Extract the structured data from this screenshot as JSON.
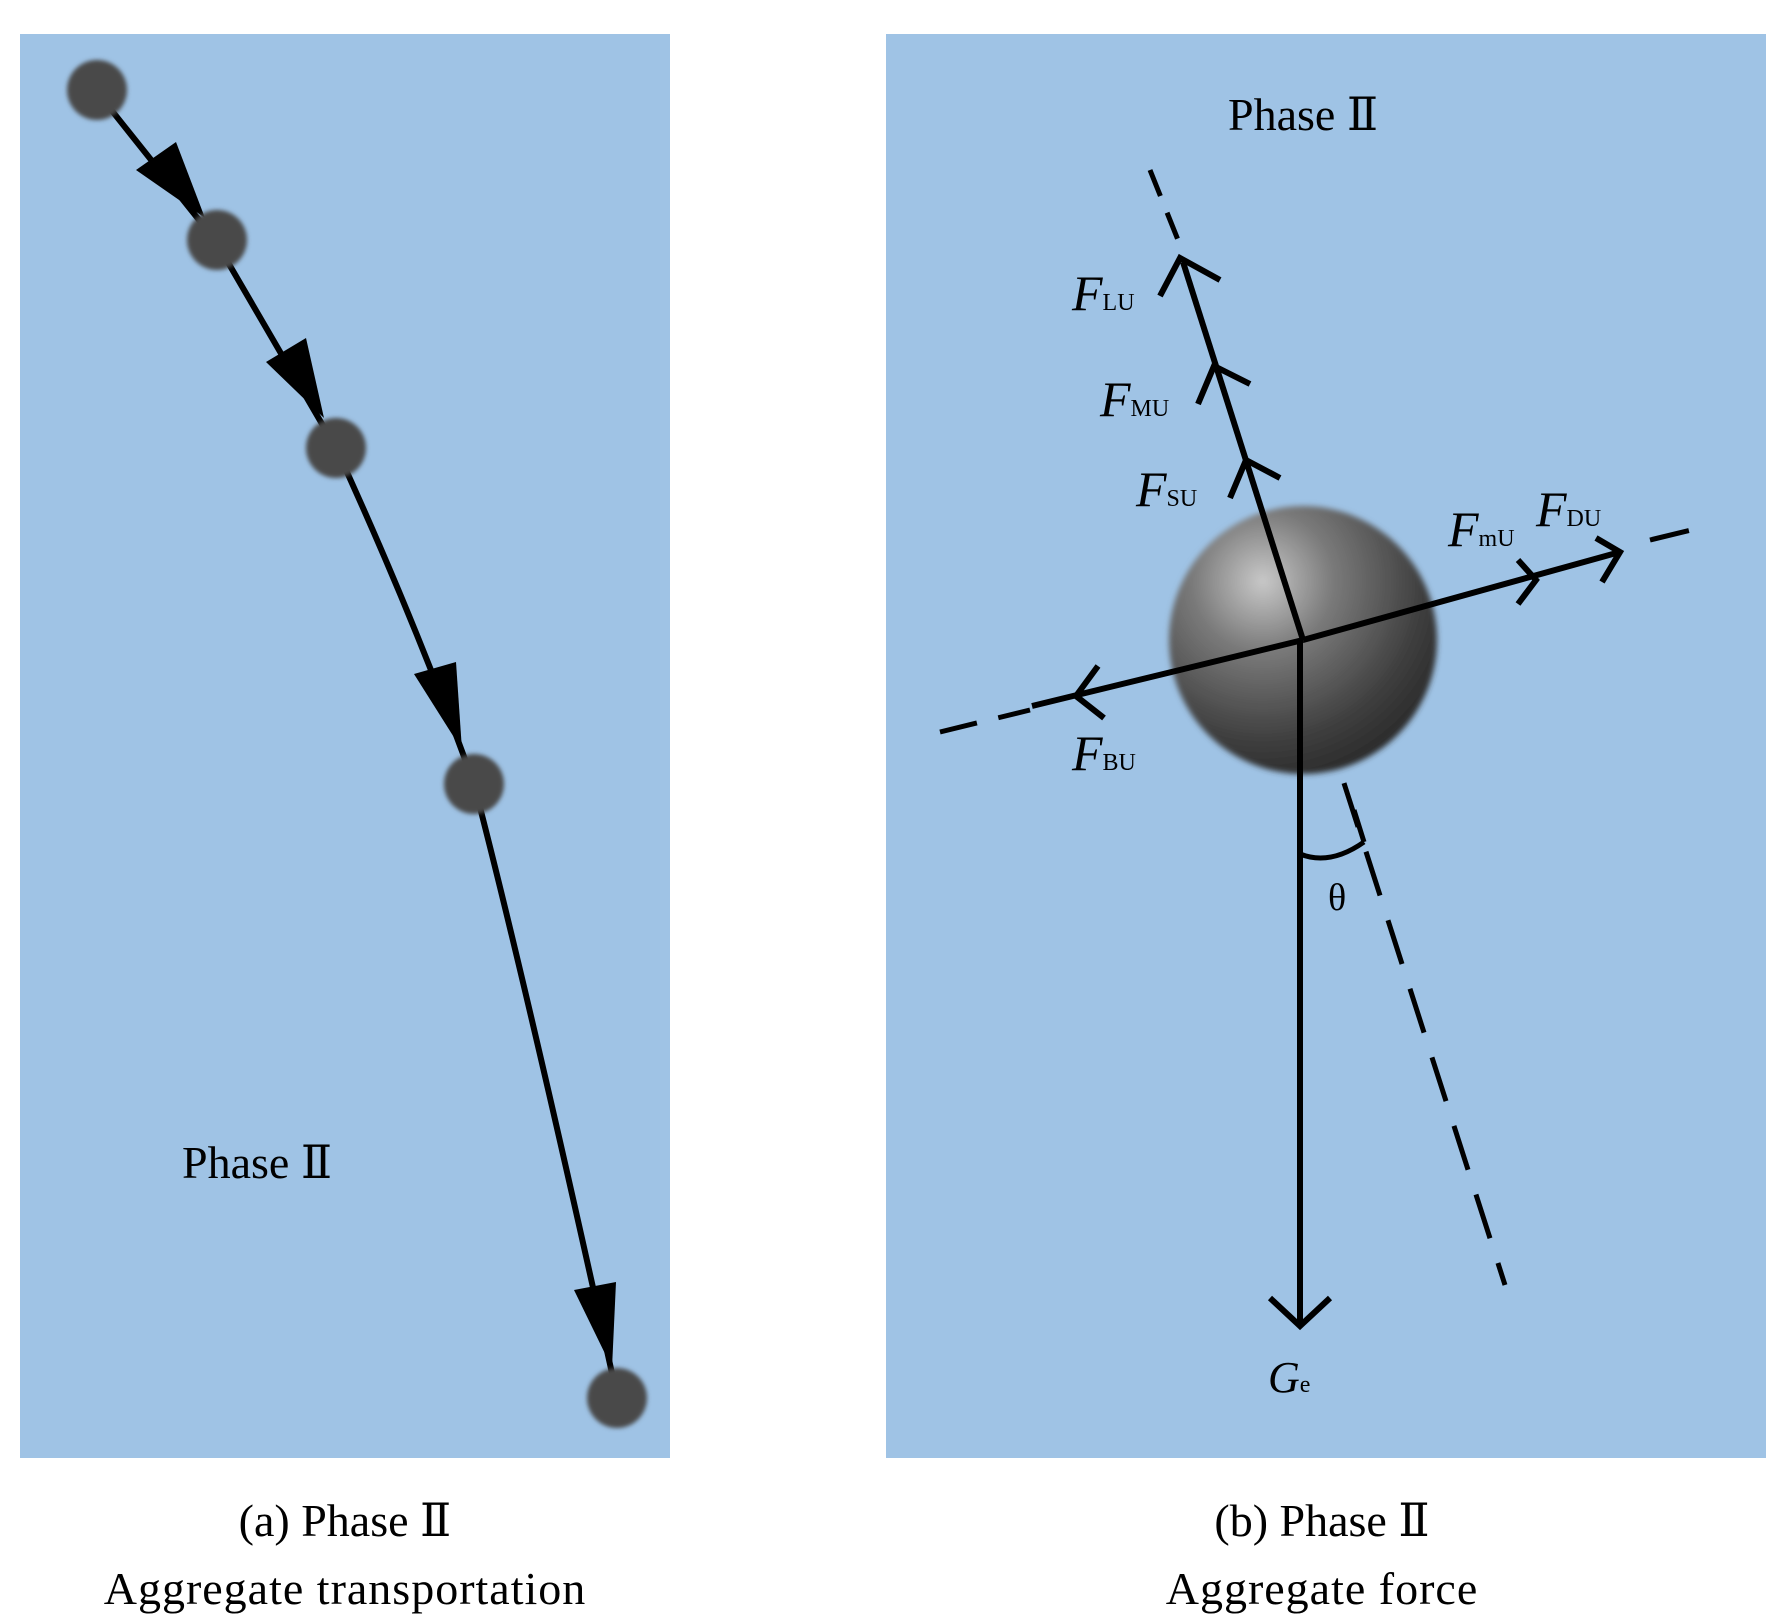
{
  "panel_a": {
    "region_label": "Phase Ⅱ",
    "caption_line1": "(a) Phase Ⅱ",
    "caption_line2": "Aggregate transportation"
  },
  "panel_b": {
    "region_label": "Phase Ⅱ",
    "caption_line1": "(b) Phase Ⅱ",
    "caption_line2": "Aggregate force",
    "forces": {
      "lift": {
        "symbol": "F",
        "subscript": "LU"
      },
      "magnus": {
        "symbol": "F",
        "subscript": "MU"
      },
      "saffman": {
        "symbol": "F",
        "subscript": "SU"
      },
      "virtual_mass": {
        "symbol": "F",
        "subscript": "mU"
      },
      "drag": {
        "symbol": "F",
        "subscript": "DU"
      },
      "basset": {
        "symbol": "F",
        "subscript": "BU"
      },
      "gravity": {
        "symbol": "G",
        "subscript": "e"
      }
    },
    "angle_label": "θ"
  },
  "colors": {
    "fluid_background": "#9fc3e5",
    "particle_small": "#4a4a4a",
    "line": "#000000"
  }
}
